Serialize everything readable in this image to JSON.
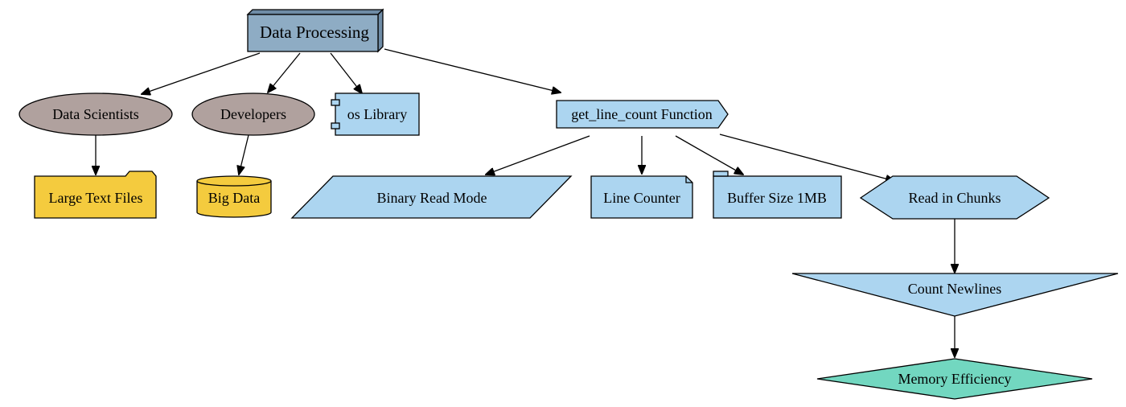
{
  "colors": {
    "root": "#8eacc4",
    "root_dark": "#6f8ca6",
    "people": "#b0a19e",
    "files": "#f4cb3e",
    "tech": "#acd5f0",
    "result": "#72d7c0"
  },
  "nodes": {
    "data_processing": {
      "label": "Data Processing",
      "shape": "box3d"
    },
    "data_scientists": {
      "label": "Data Scientists",
      "shape": "ellipse"
    },
    "developers": {
      "label": "Developers",
      "shape": "ellipse"
    },
    "os_library": {
      "label": "os Library",
      "shape": "component"
    },
    "get_line_count": {
      "label": "get_line_count Function",
      "shape": "cds"
    },
    "large_text_files": {
      "label": "Large Text Files",
      "shape": "folder"
    },
    "big_data": {
      "label": "Big Data",
      "shape": "cylinder"
    },
    "binary_read_mode": {
      "label": "Binary Read Mode",
      "shape": "parallelogram"
    },
    "line_counter": {
      "label": "Line Counter",
      "shape": "note"
    },
    "buffer_size": {
      "label": "Buffer Size 1MB",
      "shape": "tab"
    },
    "read_in_chunks": {
      "label": "Read in Chunks",
      "shape": "hexagon"
    },
    "count_newlines": {
      "label": "Count Newlines",
      "shape": "invtriangle"
    },
    "memory_efficiency": {
      "label": "Memory Efficiency",
      "shape": "diamond"
    }
  },
  "edges": [
    [
      "data_processing",
      "data_scientists"
    ],
    [
      "data_processing",
      "developers"
    ],
    [
      "data_processing",
      "os_library"
    ],
    [
      "data_processing",
      "get_line_count"
    ],
    [
      "data_scientists",
      "large_text_files"
    ],
    [
      "developers",
      "big_data"
    ],
    [
      "get_line_count",
      "binary_read_mode"
    ],
    [
      "get_line_count",
      "line_counter"
    ],
    [
      "get_line_count",
      "buffer_size"
    ],
    [
      "get_line_count",
      "read_in_chunks"
    ],
    [
      "read_in_chunks",
      "count_newlines"
    ],
    [
      "count_newlines",
      "memory_efficiency"
    ]
  ]
}
